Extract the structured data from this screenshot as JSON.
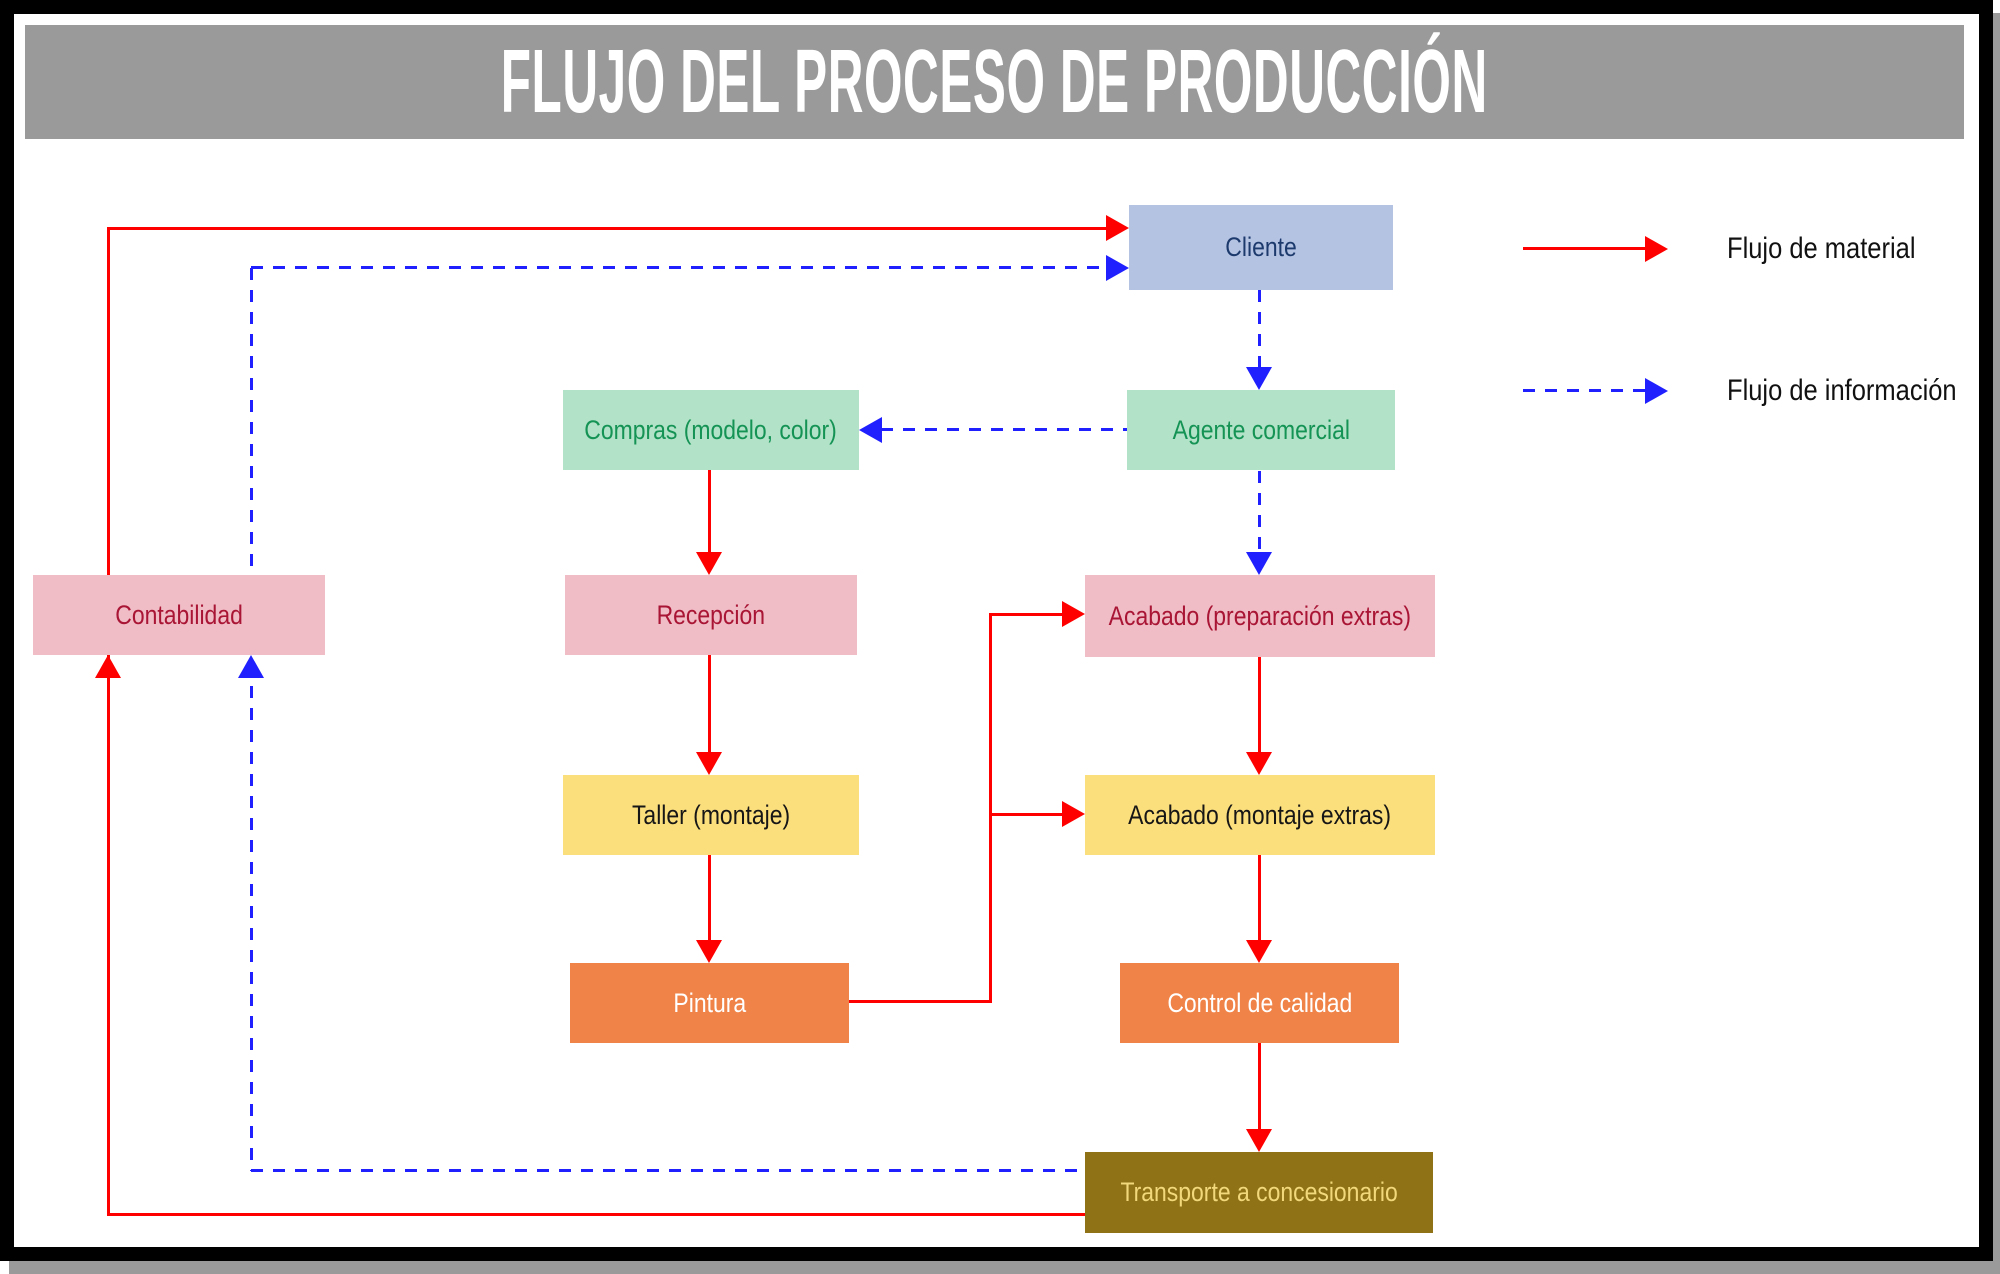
{
  "title": "FLUJO DEL PROCESO DE PRODUCCIÓN",
  "title_bar_color": "#9a9a9a",
  "frame": {
    "border_color": "#000000",
    "shadow_color": "#9a9a9a"
  },
  "legend": {
    "material": {
      "label": "Flujo de material",
      "color": "#fe0000",
      "line_style": "solid"
    },
    "informacion": {
      "label": "Flujo de información",
      "color": "#2020ff",
      "line_style": "dashed"
    }
  },
  "nodes": {
    "cliente": {
      "label": "Cliente",
      "fill": "#b5c3e3",
      "text_color": "#1d3a6d"
    },
    "compras": {
      "label": "Compras (modelo, color)",
      "fill": "#b2e2c7",
      "text_color": "#149355"
    },
    "agente": {
      "label": "Agente comercial",
      "fill": "#b2e2c7",
      "text_color": "#149355"
    },
    "contabilidad": {
      "label": "Contabilidad",
      "fill": "#f0bcc5",
      "text_color": "#a91535"
    },
    "recepcion": {
      "label": "Recepción",
      "fill": "#f0bcc5",
      "text_color": "#a91535"
    },
    "acabado_preparacion": {
      "label": "Acabado (preparación extras)",
      "fill": "#f0bcc5",
      "text_color": "#a91535"
    },
    "taller": {
      "label": "Taller (montaje)",
      "fill": "#fcdf7d",
      "text_color": "#161616"
    },
    "acabado_montaje": {
      "label": "Acabado (montaje extras)",
      "fill": "#fcdf7d",
      "text_color": "#161616"
    },
    "pintura": {
      "label": "Pintura",
      "fill": "#f08347",
      "text_color": "#ffffff"
    },
    "control": {
      "label": "Control de calidad",
      "fill": "#f08347",
      "text_color": "#ffffff"
    },
    "transporte": {
      "label": "Transporte a concesionario",
      "fill": "#8e7215",
      "text_color": "#f2d87a"
    }
  },
  "edges": {
    "material_flow": [
      "compras→recepcion",
      "recepcion→taller",
      "taller→pintura",
      "pintura→acabado_preparacion",
      "pintura→acabado_montaje",
      "acabado_preparacion→acabado_montaje",
      "acabado_montaje→control",
      "control→transporte",
      "transporte→contabilidad",
      "contabilidad→cliente"
    ],
    "information_flow": [
      "cliente→agente",
      "agente→compras",
      "agente→acabado_preparacion",
      "transporte→contabilidad",
      "contabilidad→cliente"
    ]
  }
}
